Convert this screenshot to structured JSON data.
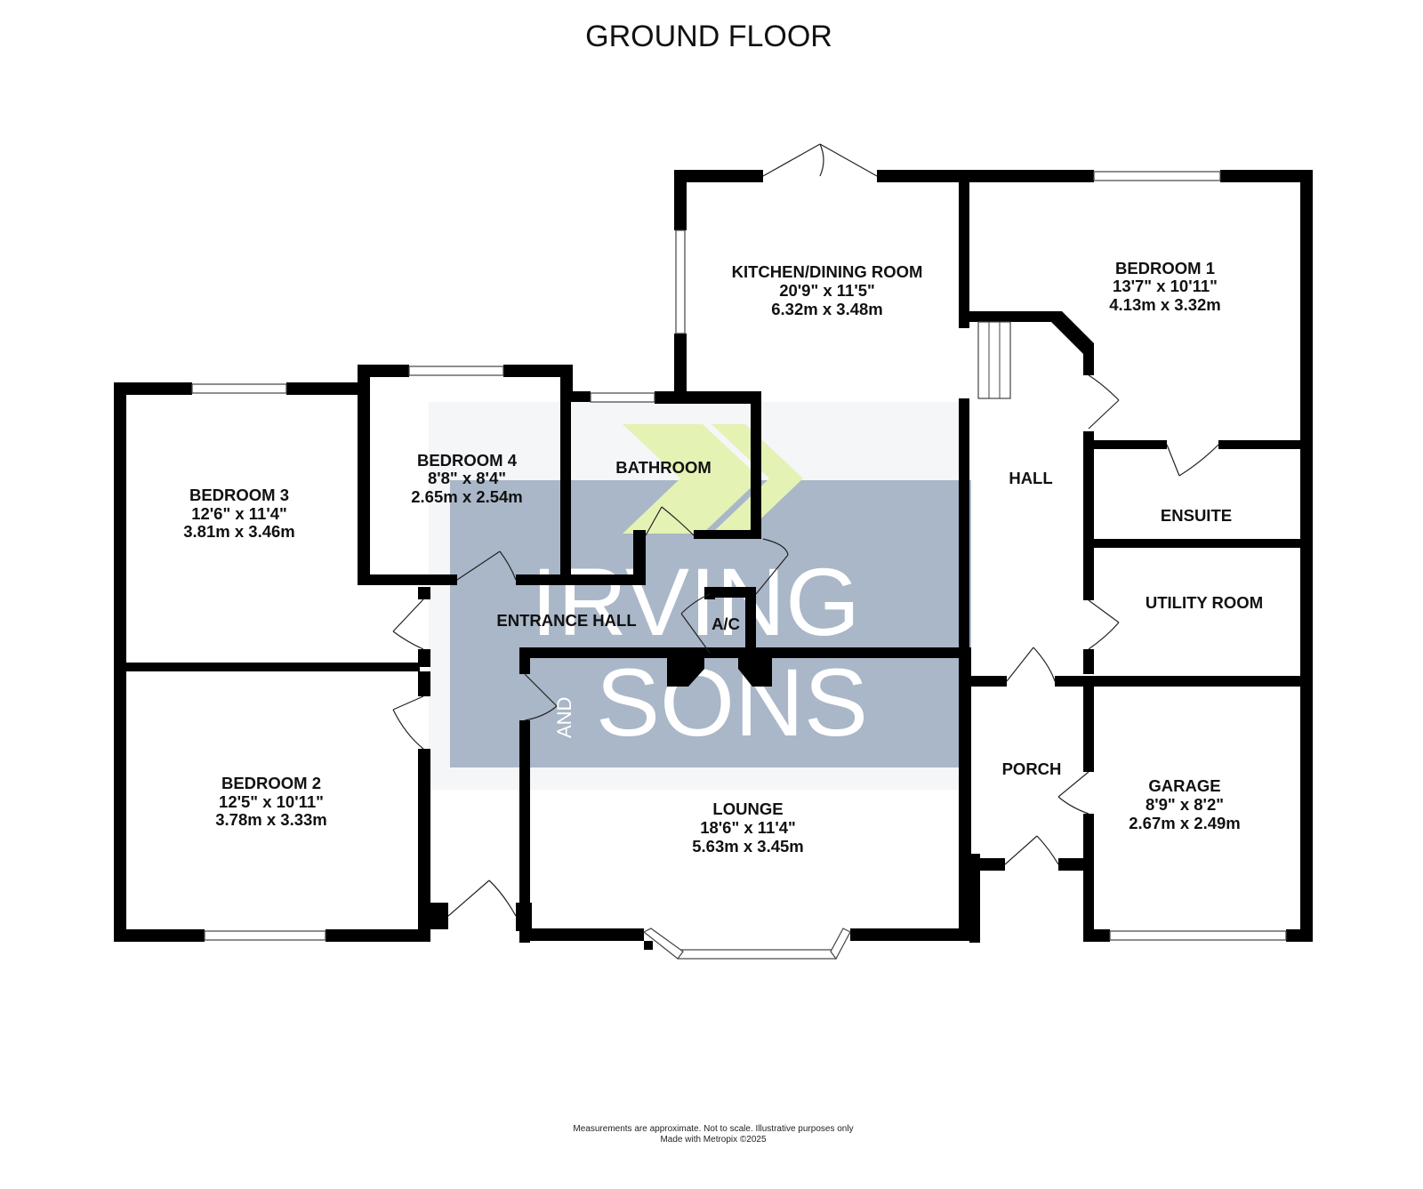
{
  "floor_title": "GROUND FLOOR",
  "watermark": {
    "brand_line1": "IRVING",
    "brand_and": "AND",
    "brand_line2": "SONS",
    "panel_color": "#a9b7c8",
    "chevron_color": "#e4f2b4"
  },
  "rooms": {
    "kitchen": {
      "name": "KITCHEN/DINING ROOM",
      "imperial": "20'9\"  x 11'5\"",
      "metric": "6.32m  x 3.48m"
    },
    "bedroom1": {
      "name": "BEDROOM 1",
      "imperial": "13'7\"  x 10'11\"",
      "metric": "4.13m  x 3.32m"
    },
    "bedroom4": {
      "name": "BEDROOM 4",
      "imperial": "8'8\"  x 8'4\"",
      "metric": "2.65m  x 2.54m"
    },
    "bathroom": {
      "name": "BATHROOM"
    },
    "bedroom3": {
      "name": "BEDROOM 3",
      "imperial": "12'6\"  x 11'4\"",
      "metric": "3.81m  x 3.46m"
    },
    "hall": {
      "name": "HALL"
    },
    "ensuite": {
      "name": "ENSUITE"
    },
    "utility": {
      "name": "UTILITY ROOM"
    },
    "entrance_hall": {
      "name": "ENTRANCE HALL"
    },
    "ac": {
      "name": "A/C"
    },
    "bedroom2": {
      "name": "BEDROOM 2",
      "imperial": "12'5\"  x 10'11\"",
      "metric": "3.78m  x 3.33m"
    },
    "porch": {
      "name": "PORCH"
    },
    "lounge": {
      "name": "LOUNGE",
      "imperial": "18'6\"  x 11'4\"",
      "metric": "5.63m  x 3.45m"
    },
    "garage": {
      "name": "GARAGE",
      "imperial": "8'9\"  x 8'2\"",
      "metric": "2.67m  x 2.49m"
    }
  },
  "footer": {
    "disclaimer": "Measurements are approximate.  Not to scale.  Illustrative purposes only",
    "credit": "Made with Metropix ©2025"
  }
}
